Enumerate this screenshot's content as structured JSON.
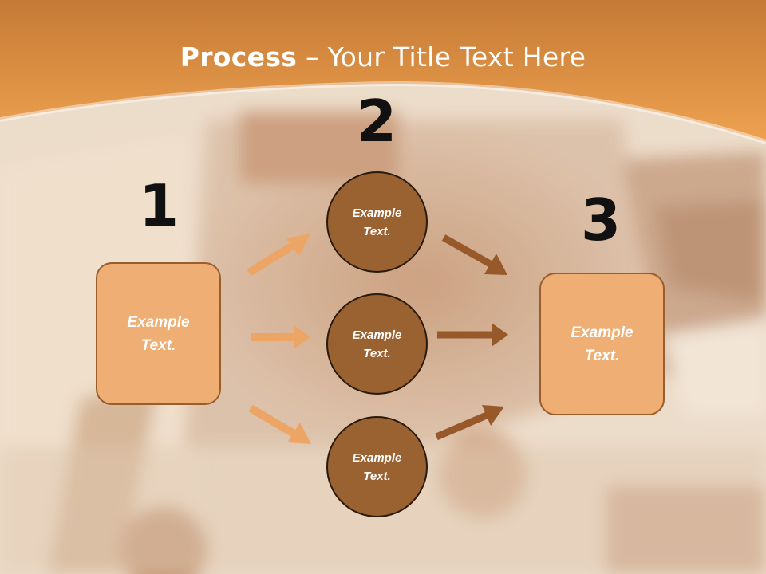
{
  "title": {
    "bold": "Process",
    "rest": " – Your Title Text Here"
  },
  "steps": {
    "one": {
      "number": "1",
      "text": "Example Text."
    },
    "two": {
      "number": "2"
    },
    "three": {
      "number": "3",
      "text": "Example Text."
    }
  },
  "circles": [
    {
      "text": "Example Text."
    },
    {
      "text": "Example Text."
    },
    {
      "text": "Example Text."
    }
  ],
  "colors": {
    "header_orange": "#e89645",
    "box_fill": "#efae73",
    "circle_fill": "#9a6131",
    "light_arrow": "#eda565",
    "dark_arrow": "#98592a"
  }
}
